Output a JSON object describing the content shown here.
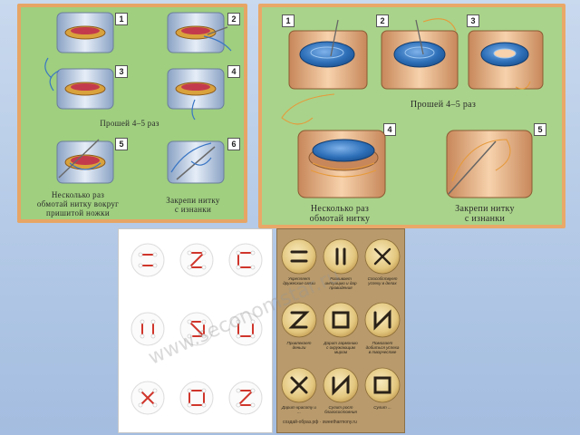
{
  "panel_a": {
    "steps": [
      "1",
      "2",
      "3",
      "4",
      "5",
      "6"
    ],
    "captions": {
      "repeat": "Прошей 4–5 раз",
      "wrap_line1": "Несколько раз",
      "wrap_line2": "обмотай нитку вокруг",
      "wrap_line3": "пришитой ножки",
      "secure_line1": "Закрепи нитку",
      "secure_line2": "с изнанки"
    }
  },
  "panel_b": {
    "steps": [
      "1",
      "2",
      "3",
      "4",
      "5"
    ],
    "captions": {
      "repeat": "Прошей 4–5 раз",
      "wrap_line1": "Несколько раз",
      "wrap_line2": "обмотай нитку",
      "secure_line1": "Закрепи нитку",
      "secure_line2": "с изнанки"
    }
  },
  "panel_c": {
    "patterns": [
      "two-horizontal",
      "z-shape",
      "square-open",
      "two-vertical",
      "arrow-diagonal",
      "u-shape",
      "cross",
      "square",
      "z-letter"
    ]
  },
  "panel_d": {
    "labels": [
      "Укрепляет дружеские связи",
      "Развивает интуицию и дар провидения",
      "Способствует успеху в делах",
      "Привлекает деньги",
      "Дарит гармонию с окружающим миром",
      "Помогает добиться успеха в творчестве",
      "Дарит красоту и ...",
      "Сулит рост благосостояния",
      "Сулит ..."
    ],
    "footer": "создай-образ.рф · sweetharmony.ru"
  },
  "watermark": "www.seconomstar.ru",
  "colors": {
    "background": "#b9cde8",
    "panel_a": "#9fcf7f",
    "panel_b": "#a9d38a",
    "frame": "#e8a666",
    "thread": "#3a76c4",
    "stitch": "#d0352b",
    "button_blue": "#2d6fb8"
  }
}
